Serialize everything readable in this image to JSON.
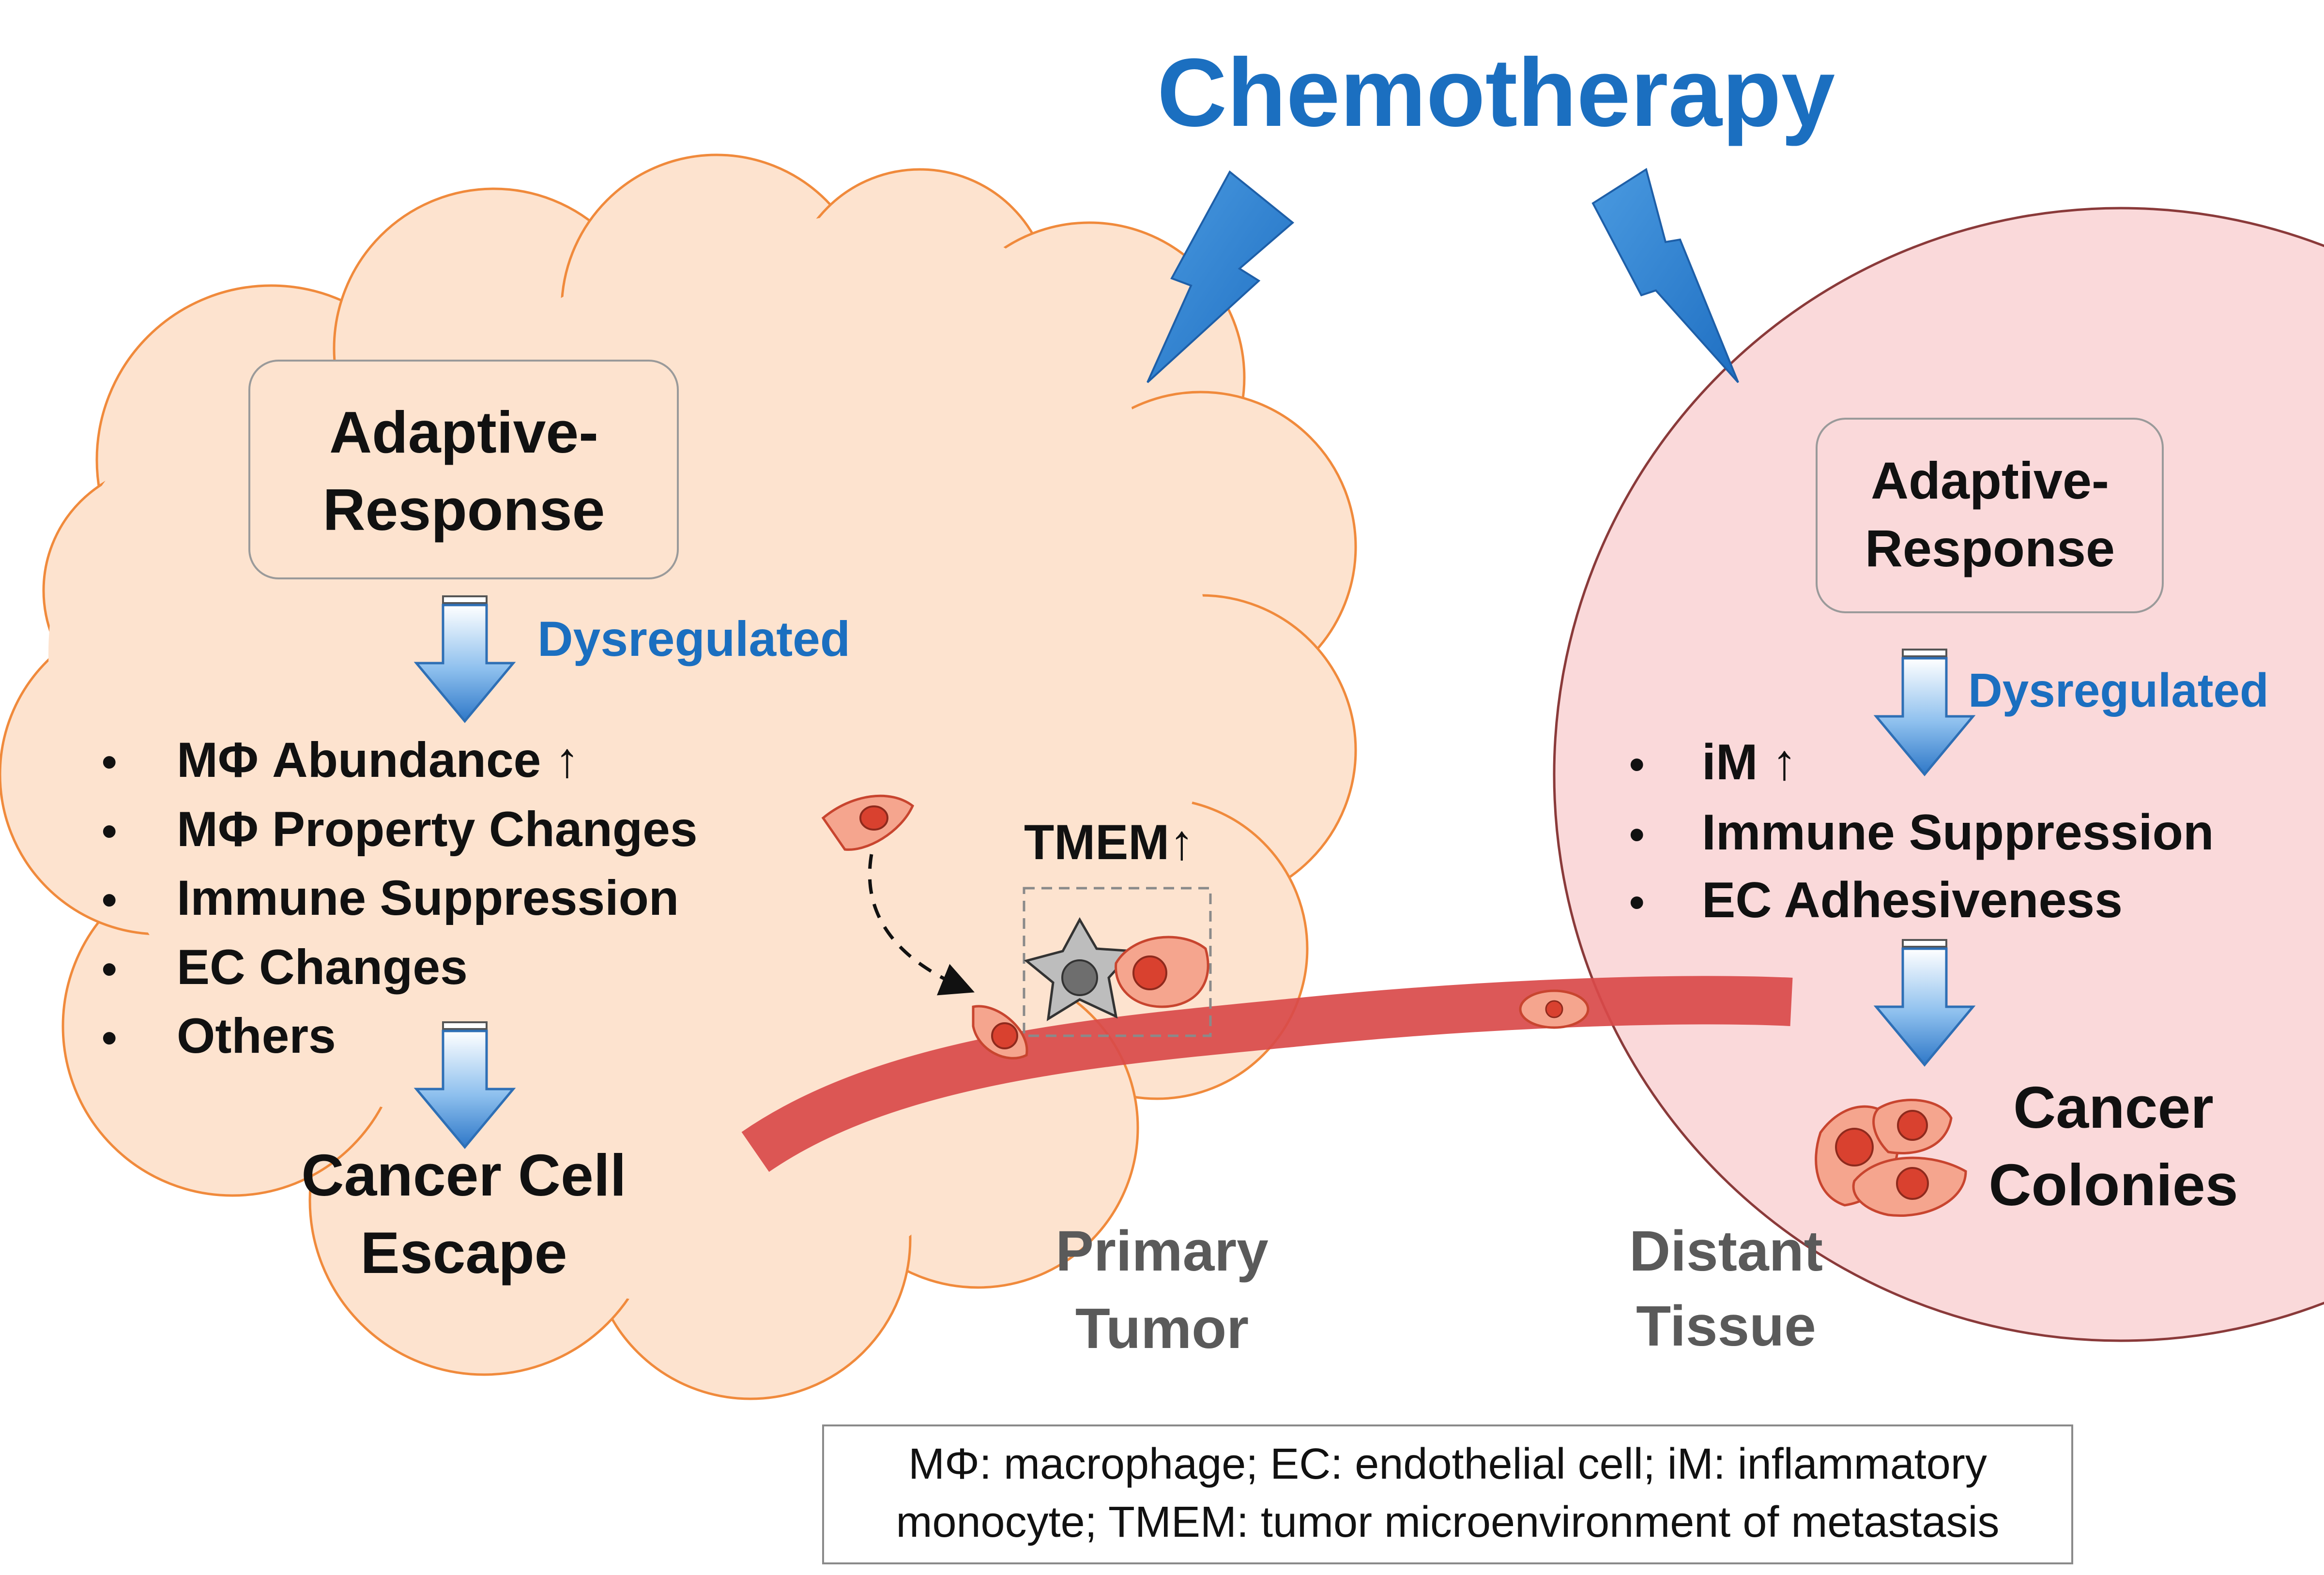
{
  "title": "Chemotherapy",
  "primary": {
    "box_line1": "Adaptive-",
    "box_line2": "Response",
    "dysregulated": "Dysregulated",
    "bullets": [
      {
        "text": "MΦ Abundance ↑"
      },
      {
        "text": "MΦ Property Changes"
      },
      {
        "text": "Immune Suppression"
      },
      {
        "text": "EC Changes"
      },
      {
        "text": "Others"
      }
    ],
    "outcome_line1": "Cancer Cell",
    "outcome_line2": "Escape",
    "tmem": "TMEM↑",
    "region_line1": "Primary",
    "region_line2": "Tumor"
  },
  "distant": {
    "box_line1": "Adaptive-",
    "box_line2": "Response",
    "dysregulated": "Dysregulated",
    "bullets": [
      {
        "text": "iM ↑"
      },
      {
        "text": "Immune Suppression"
      },
      {
        "text": "EC Adhesiveness"
      }
    ],
    "outcome_line1": "Cancer",
    "outcome_line2": "Colonies",
    "region_line1": "Distant",
    "region_line2": "Tissue"
  },
  "legend": {
    "line1": "MΦ: macrophage; EC: endothelial  cell; iM: inflammatory",
    "line2": "monocyte; TMEM: tumor microenvironment  of metastasis"
  },
  "colors": {
    "title_blue": "#1b6fc0",
    "tumor_fill": "#fde3cf",
    "tumor_stroke": "#f08a3c",
    "tissue_fill": "#fad9da",
    "tissue_stroke": "#8a3a3a",
    "vessel": "#d94a4a",
    "cell_fill": "#f5a58e",
    "nucleus": "#d9412f",
    "arrow_blue": "#3a86d2",
    "bolt_blue": "#2f7fcd"
  }
}
